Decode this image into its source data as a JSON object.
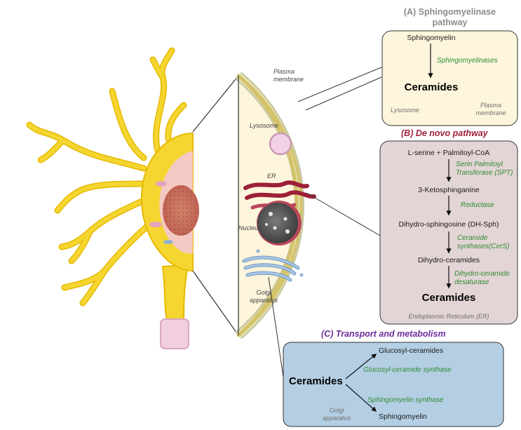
{
  "panel_a": {
    "title_line1": "(A) Sphingomyelinase",
    "title_line2": "pathway",
    "substrate": "Sphingomyelin",
    "enzyme": "Sphingomyelinases",
    "product": "Ceramides",
    "loc_lysosome": "Lysosome",
    "loc_plasma_line1": "Plasma",
    "loc_plasma_line2": "membrane"
  },
  "panel_b": {
    "title": "(B) De novo pathway",
    "step1": "L-serine + Palmitoyl-CoA",
    "enzyme1_line1": "Serin Palmitoyl",
    "enzyme1_line2": "Transferase (SPT)",
    "step2": "3-Ketosphinganine",
    "enzyme2": "Reductase",
    "step3": "Dihydro-sphingosine (DH-Sph)",
    "enzyme3_line1": "Ceramide",
    "enzyme3_line2": "synthases(CerS)",
    "step4": "Dihydro-ceramides",
    "enzyme4_line1": "Dihydro-ceramide",
    "enzyme4_line2": "desaturase",
    "product": "Ceramides",
    "location": "Endoplasmic Reticulum (ER)"
  },
  "panel_c": {
    "title": "(C) Transport and metabolism",
    "source": "Ceramides",
    "product1": "Glucosyl-ceramides",
    "enzyme1": "Glucosyl-ceramide synthase",
    "enzyme2": "Sphingomyelin synthase",
    "product2": "Sphingomyelin",
    "loc_line1": "Golgi",
    "loc_line2": "apparatus"
  },
  "cell": {
    "plasma_line1": "Plasma",
    "plasma_line2": "membrane",
    "lysosome": "Lysosome",
    "er": "ER",
    "nucleus": "Nucleus",
    "golgi_line1": "Golgi",
    "golgi_line2": "apparatus"
  },
  "colors": {
    "panel_a_fill": "#fdf6dc",
    "panel_b_fill": "#e3d4d6",
    "panel_c_fill": "#b4cfe4",
    "neuron": "#f5d630",
    "cytoplasm": "#fdf5dc",
    "er": "#9c2038",
    "golgi": "#8fb1d4",
    "enzyme_text": "#2e8b2e"
  }
}
